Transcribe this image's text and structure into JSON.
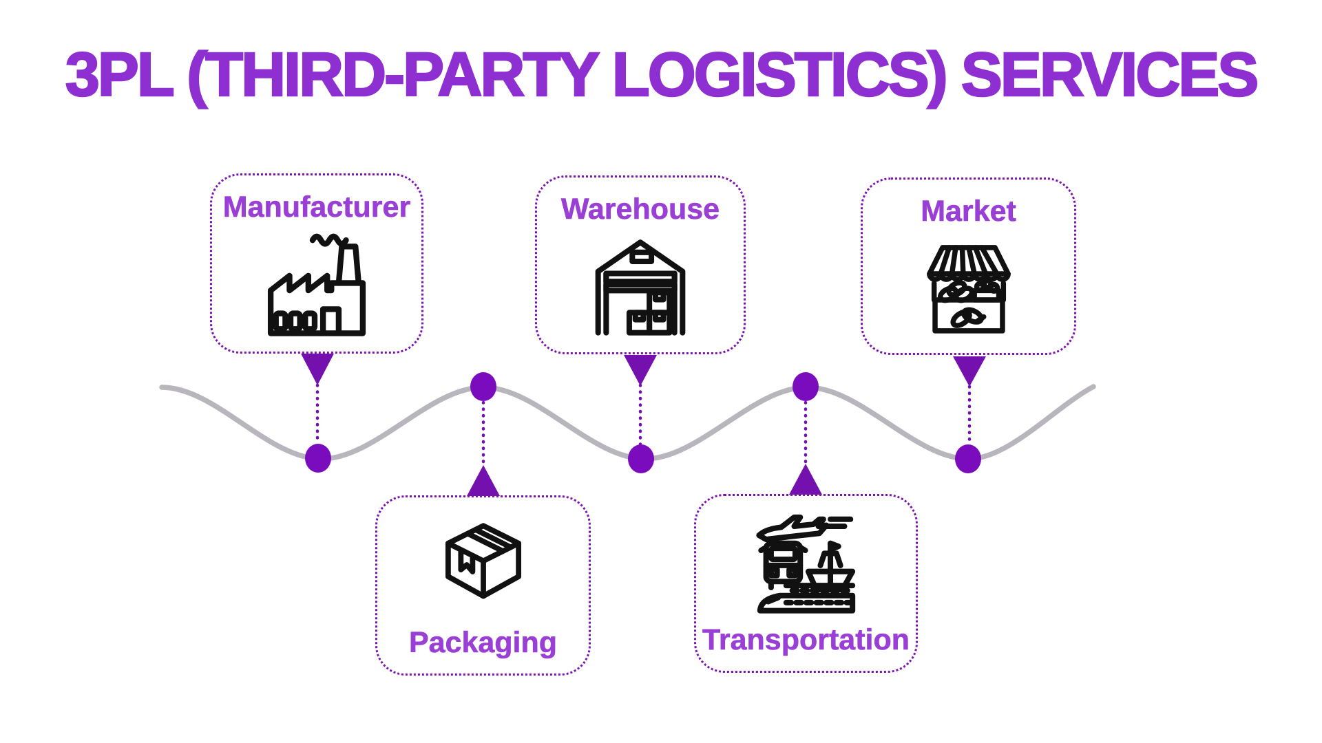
{
  "title": "3PL (THIRD-PARTY LOGISTICS) SERVICES",
  "nodes": [
    {
      "label": "Manufacturer",
      "icon": "factory-icon",
      "position": "top",
      "order": 1
    },
    {
      "label": "Packaging",
      "icon": "box-icon",
      "position": "bottom",
      "order": 2
    },
    {
      "label": "Warehouse",
      "icon": "warehouse-icon",
      "position": "top",
      "order": 3
    },
    {
      "label": "Transportation",
      "icon": "transport-icon",
      "position": "bottom",
      "order": 4
    },
    {
      "label": "Market",
      "icon": "market-stall-icon",
      "position": "top",
      "order": 5
    }
  ],
  "colors": {
    "title_purple": "#8e2fd1",
    "label_purple": "#9a3fd6",
    "accent_purple": "#7410ae",
    "dot_purple": "#7a0cbd",
    "border_purple": "#7c12b0",
    "wave_gray": "#b9b5bd",
    "icon_black": "#111111",
    "background": "#ffffff"
  }
}
